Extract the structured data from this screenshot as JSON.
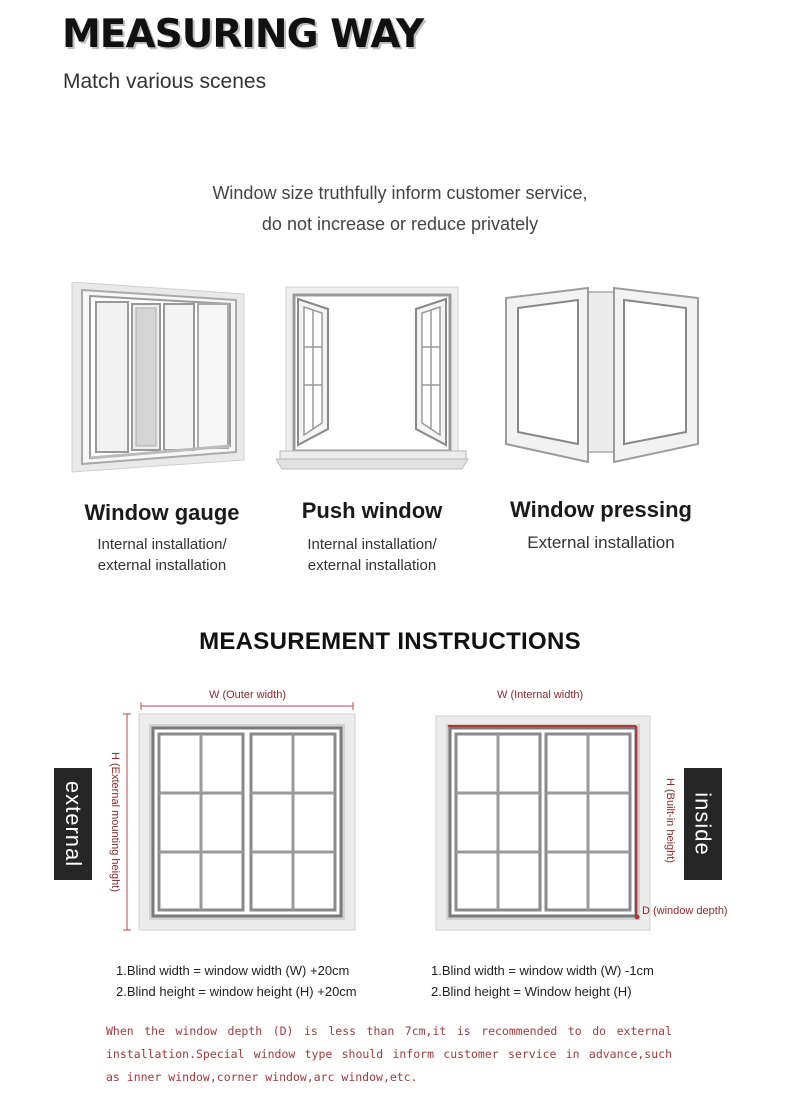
{
  "header": {
    "title": "MEASURING WAY",
    "subtitle": "Match various scenes"
  },
  "notice": {
    "line1": "Window size truthfully inform customer service,",
    "line2": "do not increase or reduce privately"
  },
  "window_types": [
    {
      "title": "Window gauge",
      "desc_line1": "Internal installation/",
      "desc_line2": "external installation"
    },
    {
      "title": "Push window",
      "desc_line1": "Internal installation/",
      "desc_line2": "external installation"
    },
    {
      "title": "Window pressing",
      "desc_line1": "External installation",
      "desc_line2": ""
    }
  ],
  "instructions": {
    "title": "MEASUREMENT INSTRUCTIONS",
    "external": {
      "tag": "external",
      "width_label": "W  (Outer width)",
      "height_label": "H  (External mounting height)",
      "formula1": "1.Blind width = window width (W) +20cm",
      "formula2": "2.Blind height = window height (H) +20cm"
    },
    "inside": {
      "tag": "inside",
      "width_label": "W  (Internal width)",
      "height_label": "H  (Built-in height)",
      "depth_label": "D  (window depth)",
      "formula1": "1.Blind width = window width (W) -1cm",
      "formula2": "2.Blind height = Window height (H)"
    },
    "footnote": "When the window depth (D) is less than 7cm,it is recommended to do external installation.Special window type should inform customer service in advance,such as inner window,corner window,arc window,etc."
  },
  "colors": {
    "accent_red": "#8a2a2a",
    "tag_bg": "#262626",
    "frame_gray": "#9a9a9a"
  }
}
